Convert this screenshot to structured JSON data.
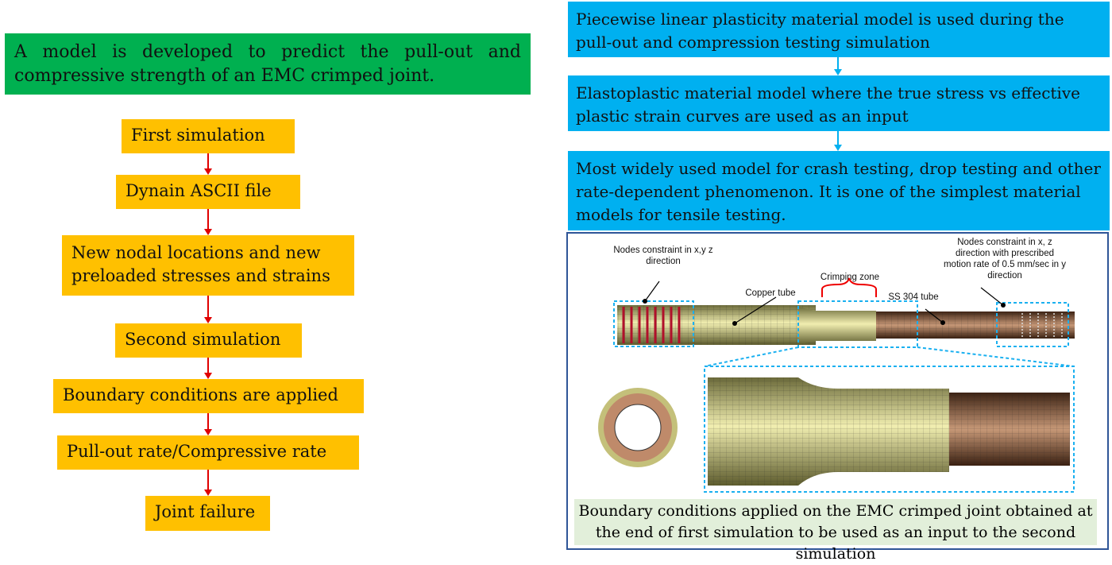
{
  "intro": "A model is developed to predict the pull-out and compressive strength of an EMC crimped joint.",
  "flow": [
    "First simulation",
    "Dynain ASCII file",
    "New nodal locations and new preloaded stresses and strains",
    "Second simulation",
    "Boundary conditions are applied",
    "Pull-out rate/Compressive rate",
    "Joint failure"
  ],
  "material": [
    "Piecewise linear plasticity material model is used during the pull-out and compression testing simulation",
    "Elastoplastic material model where the true stress vs effective plastic strain curves are used as an input",
    "Most widely used model for crash testing, drop testing and other rate-dependent phenomenon. It is one of the simplest material models for tensile testing."
  ],
  "figure": {
    "left_constraint": "Nodes constraint in x,y z direction",
    "copper": "Copper tube",
    "crimping": "Crimping zone",
    "ss": "SS 304 tube",
    "right_constraint": "Nodes constraint in x, z direction with prescribed motion rate of 0.5 mm/sec in y direction",
    "caption": "Boundary conditions applied on the EMC crimped joint obtained at the end of first simulation to be used as an input to the second simulation"
  },
  "colors": {
    "green": "#00b050",
    "orange": "#ffc000",
    "blue": "#00b0f0",
    "caption_bg": "#e2efda",
    "frame": "#2f5597"
  }
}
